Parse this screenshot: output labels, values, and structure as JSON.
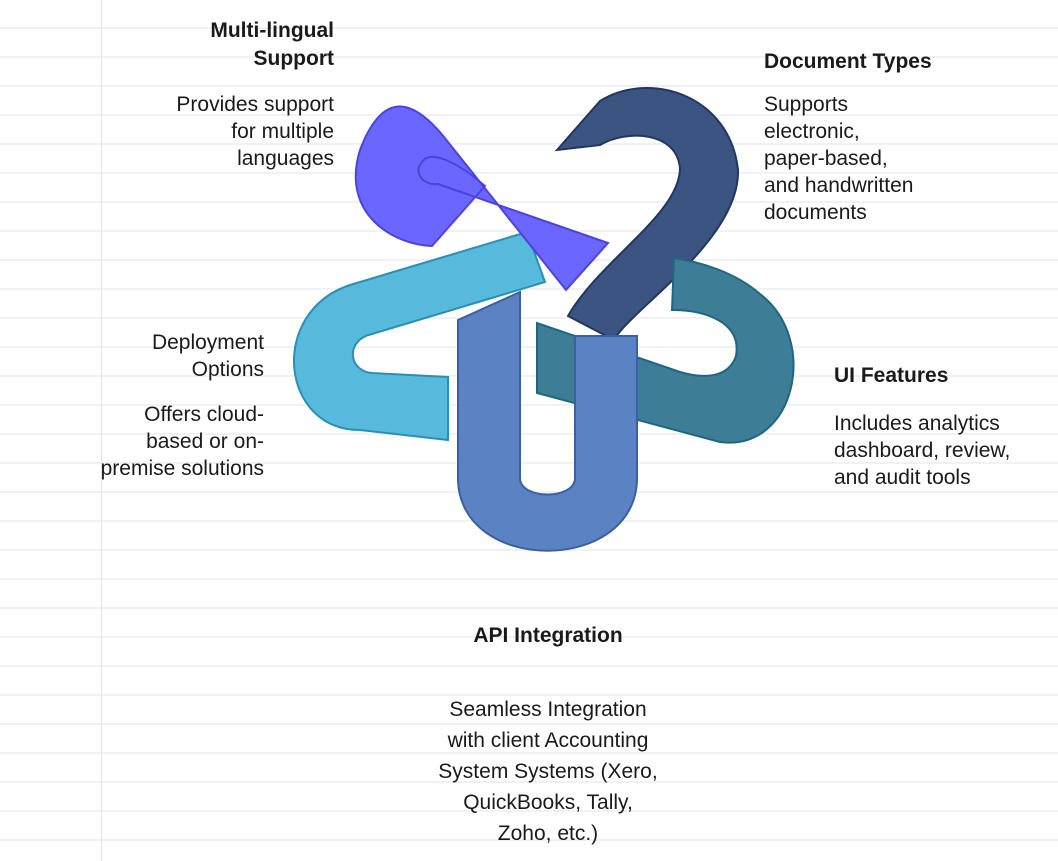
{
  "features": {
    "multilingual": {
      "title": "Multi-lingual\nSupport",
      "description": "Provides support\nfor multiple\nlanguages",
      "color": "#6b66ff"
    },
    "document_types": {
      "title": "Document Types",
      "description": "Supports\nelectronic,\npaper-based,\nand handwritten\ndocuments",
      "color": "#3b5482"
    },
    "ui_features": {
      "title": "UI Features",
      "description": "Includes analytics\ndashboard, review,\nand audit tools",
      "color": "#3d7e96"
    },
    "api_integration": {
      "title": "API Integration",
      "description": "Seamless Integration\nwith client Accounting\nSystem Systems (Xero,\nQuickBooks, Tally,\nZoho, etc.)",
      "color": "#5b82c2"
    },
    "deployment": {
      "title": "Deployment\nOptions",
      "description": "Offers cloud-\nbased or on-\npremise solutions",
      "color": "#57b9dc"
    }
  }
}
